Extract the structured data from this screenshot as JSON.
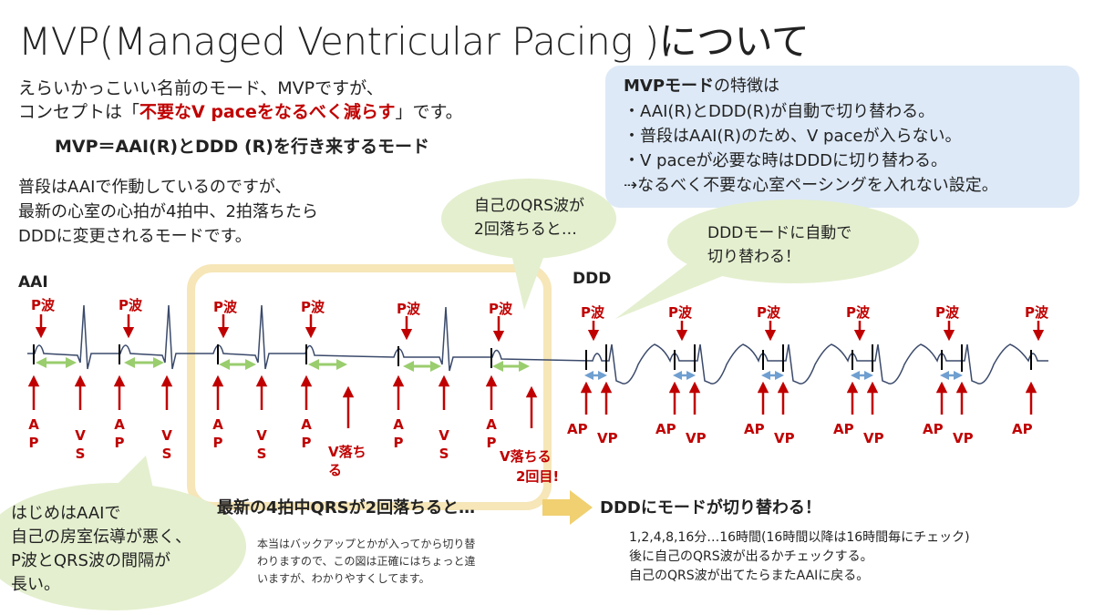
{
  "title": "MVP(Managed Ventricular Pacing )について",
  "intro": {
    "line1": "えらいかっこいい名前のモード、MVPですが、",
    "line2_prefix": "コンセプトは「",
    "line2_highlight": "不要なV paceをなるべく減らす",
    "line2_suffix": "」です。"
  },
  "mvp_definition": "MVP＝AAI(R)とDDD (R)を行き来するモード",
  "description": [
    "普段はAAIで作動しているのですが、",
    "最新の心室の心拍が4拍中、2拍落ちたら",
    "DDDに変更されるモードです。"
  ],
  "features": {
    "heading_bold": "MVPモード",
    "heading_rest": "の特徴は",
    "items": [
      "・AAI(R)とDDD(R)が自動で切り替わる。",
      "・普段はAAI(R)のため、V paceが入らない。",
      "・V paceが必要な時はDDDに切り替わる。",
      "⇢なるべく不要な心室ペーシングを入れない設定。"
    ]
  },
  "bubbles": {
    "qrs_drop": [
      "自己のQRS波が",
      "2回落ちると…"
    ],
    "ddd_switch": [
      "DDDモードに自動で",
      "切り替わる！"
    ],
    "aai_note": [
      "はじめはAAIで",
      "自己の房室伝導が悪く、",
      "P波とQRS波の間隔が",
      "長い。"
    ]
  },
  "labels": {
    "aai": "AAI",
    "ddd": "DDD",
    "p_wave": "P波",
    "ap": "A P",
    "vs": "V S",
    "v_drop": "V落ちる",
    "v_drop2_line1": "V落ちる",
    "v_drop2_line2": "2回目!",
    "ap_h": "AP",
    "vp_h": "VP"
  },
  "bottom_caption": "最新の4拍中QRSが2回落ちると…",
  "ddd_result": "DDDにモードが切り替わる！",
  "small_note": [
    "本当はバックアップとかが入ってから切り替",
    "わりますので、この図は正確にはちょっと違",
    "いますが、わかりやすくしてます。"
  ],
  "bottom_note": [
    "1,2,4,8,16分…16時間(16時間以降は16時間毎にチェック)",
    "後に自己のQRS波が出るかチェックする。",
    "自己のQRS波が出てたらまたAAIに戻る。"
  ],
  "colors": {
    "red": "#c00000",
    "ecg": "#3b4a6b",
    "green_arrow": "#9acd6e",
    "blue_arrow": "#6f9fd0",
    "bubble": "#e4efcf",
    "feature_box": "#dde9f7",
    "highlight": "#f6e6b8",
    "big_arrow": "#f0d070"
  }
}
